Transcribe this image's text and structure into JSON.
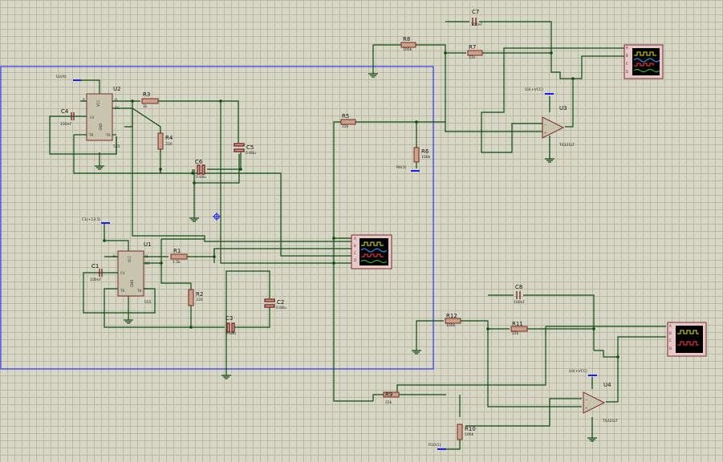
{
  "ic555": {
    "u1": {
      "ref": "U1",
      "val": "555"
    },
    "u2": {
      "ref": "U2",
      "val": "555"
    },
    "pins": {
      "r": "R",
      "dc": "DC",
      "q": "Q",
      "cv": "CV",
      "tr": "TR",
      "th": "TH",
      "vcc": "VCC",
      "gnd": "GND"
    }
  },
  "opamps": {
    "u3": {
      "ref": "U3",
      "val": "TS321LT"
    },
    "u4": {
      "ref": "U4",
      "val": "TS321LT"
    }
  },
  "resistors": [
    {
      "ref": "R1",
      "val": "1.5k"
    },
    {
      "ref": "R2",
      "val": "330"
    },
    {
      "ref": "R3",
      "val": "1k"
    },
    {
      "ref": "R4",
      "val": "330"
    },
    {
      "ref": "R5",
      "val": "22k"
    },
    {
      "ref": "R6",
      "val": "100k"
    },
    {
      "ref": "R7",
      "val": "22k"
    },
    {
      "ref": "R8",
      "val": "100k"
    },
    {
      "ref": "R9",
      "val": "22k"
    },
    {
      "ref": "R10",
      "val": "100k"
    },
    {
      "ref": "R11",
      "val": "22k"
    },
    {
      "ref": "R12",
      "val": "100k"
    }
  ],
  "capacitors": [
    {
      "ref": "C1",
      "val": "100nF"
    },
    {
      "ref": "C2",
      "val": "0.68u"
    },
    {
      "ref": "C3",
      "val": "0.68u"
    },
    {
      "ref": "C4",
      "val": "100nF"
    },
    {
      "ref": "C5",
      "val": "0.68u"
    },
    {
      "ref": "C6",
      "val": "0.68u"
    },
    {
      "ref": "C7",
      "val": "100nF"
    },
    {
      "ref": "C8",
      "val": "100nF"
    }
  ],
  "supplies": {
    "s1": "U2(R)",
    "s2": "U3(+VCC)",
    "s3": "R6(1)",
    "s4": "C1(+13.5)",
    "s5": "U4(+VCC)",
    "s6": "R10(1)"
  },
  "scope_channels": [
    "A",
    "B",
    "C",
    "D"
  ],
  "trace_colors": {
    "a": "#e8e800",
    "b": "#2aa0ff",
    "c": "#ff4040",
    "d": "#30d030"
  }
}
